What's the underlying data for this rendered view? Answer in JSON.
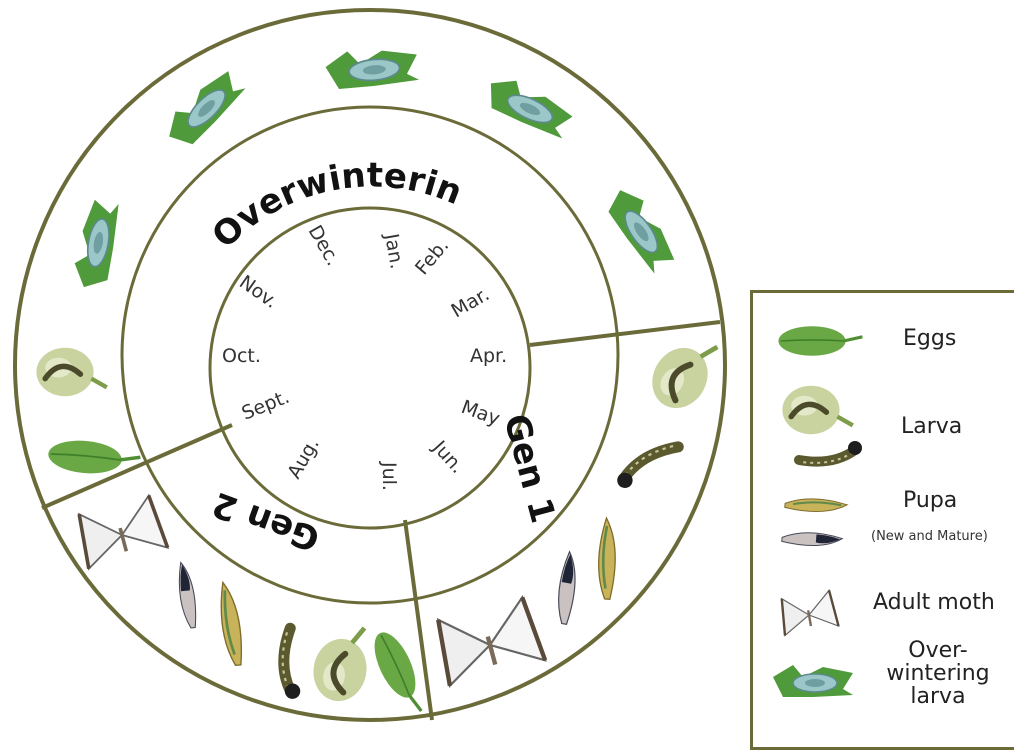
{
  "stage_rings": {
    "overwintering": "Overwintering",
    "gen1": "Gen 1",
    "gen2": "Gen 2"
  },
  "months": [
    "Jan.",
    "Feb.",
    "Mar.",
    "Apr.",
    "May",
    "Jun.",
    "Jul.",
    "Aug.",
    "Sept.",
    "Oct.",
    "Nov.",
    "Dec."
  ],
  "legend": {
    "eggs": "Eggs",
    "larva": "Larva",
    "pupa": "Pupa",
    "pupa_note": "(New and Mature)",
    "adult": "Adult moth",
    "overwintering_line1": "Over-",
    "overwintering_line2": "wintering",
    "overwintering_line3": "larva"
  },
  "colors": {
    "ring": "#6b6b3a",
    "leaf": "#6aa845",
    "leaf_dark": "#3f7f2a",
    "cocoon": "#9cc7c9",
    "larva": "#5b5a2e",
    "pupa": "#c8b25a",
    "moth": "#efefef"
  }
}
